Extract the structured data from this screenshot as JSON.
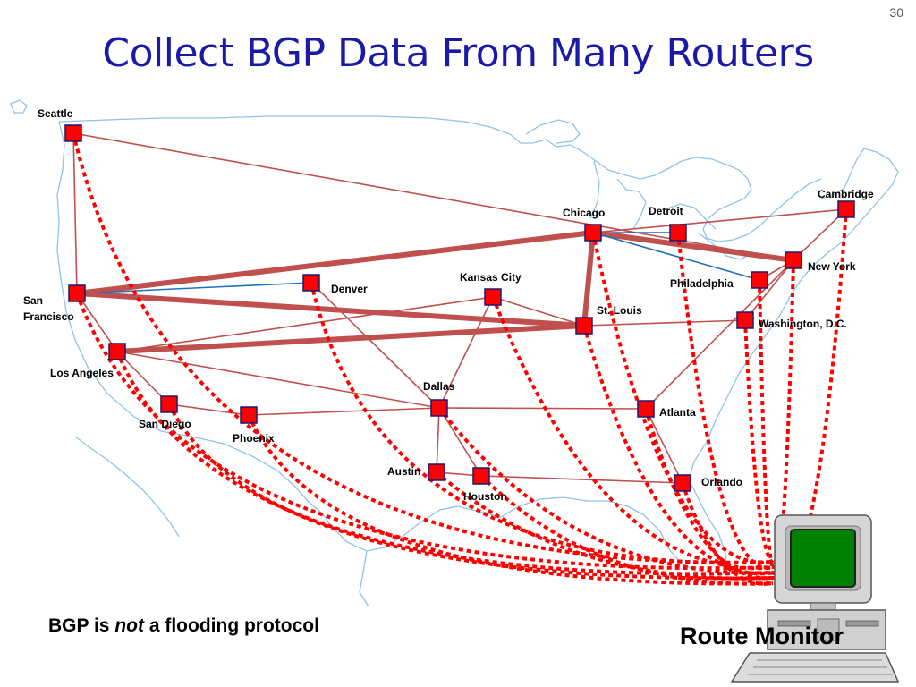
{
  "slide": {
    "number": "30",
    "title": "Collect BGP Data From Many Routers"
  },
  "footnote": {
    "prefix": "BGP is",
    "emphasis": "not",
    "suffix": "a flooding protocol"
  },
  "monitor": {
    "label": "Route Monitor"
  },
  "colors": {
    "title": "#1a1aa6",
    "router": "#ff0000",
    "link": "#c0504d",
    "link_blue": "#1f6fc0",
    "monitor_link": "#ff0000",
    "map_outline": "#8fc3e8",
    "screen": "#008000"
  },
  "cities": [
    {
      "id": "seattle",
      "name": "Seattle"
    },
    {
      "id": "sanfrancisco",
      "name": "San Francisco"
    },
    {
      "id": "losangeles",
      "name": "Los Angeles"
    },
    {
      "id": "sandiego",
      "name": "San Diego"
    },
    {
      "id": "phoenix",
      "name": "Phoenix"
    },
    {
      "id": "denver",
      "name": "Denver"
    },
    {
      "id": "kansascity",
      "name": "Kansas City"
    },
    {
      "id": "dallas",
      "name": "Dallas"
    },
    {
      "id": "austin",
      "name": "Austin"
    },
    {
      "id": "houston",
      "name": "Houston"
    },
    {
      "id": "chicago",
      "name": "Chicago"
    },
    {
      "id": "detroit",
      "name": "Detroit"
    },
    {
      "id": "stlouis",
      "name": "St. Louis"
    },
    {
      "id": "atlanta",
      "name": "Atlanta"
    },
    {
      "id": "orlando",
      "name": "Orlando"
    },
    {
      "id": "washington",
      "name": "Washington, D.C."
    },
    {
      "id": "philadelphia",
      "name": "Philadelphia"
    },
    {
      "id": "newyork",
      "name": "New York"
    },
    {
      "id": "cambridge",
      "name": "Cambridge"
    }
  ],
  "links": [
    {
      "from": "seattle",
      "to": "sanfrancisco",
      "kind": "thin"
    },
    {
      "from": "seattle",
      "to": "newyork",
      "kind": "thin"
    },
    {
      "from": "sanfrancisco",
      "to": "chicago",
      "kind": "thick"
    },
    {
      "from": "sanfrancisco",
      "to": "denver",
      "kind": "blue"
    },
    {
      "from": "sanfrancisco",
      "to": "stlouis",
      "kind": "thick"
    },
    {
      "from": "sanfrancisco",
      "to": "losangeles",
      "kind": "thin"
    },
    {
      "from": "losangeles",
      "to": "stlouis",
      "kind": "thick"
    },
    {
      "from": "losangeles",
      "to": "kansascity",
      "kind": "thin"
    },
    {
      "from": "losangeles",
      "to": "dallas",
      "kind": "thin"
    },
    {
      "from": "losangeles",
      "to": "sandiego",
      "kind": "thin"
    },
    {
      "from": "sandiego",
      "to": "phoenix",
      "kind": "thin"
    },
    {
      "from": "phoenix",
      "to": "dallas",
      "kind": "thin"
    },
    {
      "from": "denver",
      "to": "dallas",
      "kind": "thin"
    },
    {
      "from": "kansascity",
      "to": "dallas",
      "kind": "thin"
    },
    {
      "from": "kansascity",
      "to": "stlouis",
      "kind": "thin"
    },
    {
      "from": "dallas",
      "to": "atlanta",
      "kind": "thin"
    },
    {
      "from": "dallas",
      "to": "austin",
      "kind": "thin"
    },
    {
      "from": "dallas",
      "to": "houston",
      "kind": "thin"
    },
    {
      "from": "austin",
      "to": "houston",
      "kind": "thin"
    },
    {
      "from": "houston",
      "to": "orlando",
      "kind": "thin"
    },
    {
      "from": "atlanta",
      "to": "orlando",
      "kind": "thin"
    },
    {
      "from": "atlanta",
      "to": "newyork",
      "kind": "thin"
    },
    {
      "from": "stlouis",
      "to": "washington",
      "kind": "thin"
    },
    {
      "from": "stlouis",
      "to": "chicago",
      "kind": "thick"
    },
    {
      "from": "chicago",
      "to": "detroit",
      "kind": "blue"
    },
    {
      "from": "chicago",
      "to": "newyork",
      "kind": "thick"
    },
    {
      "from": "chicago",
      "to": "cambridge",
      "kind": "thin"
    },
    {
      "from": "chicago",
      "to": "philadelphia",
      "kind": "blue"
    },
    {
      "from": "washington",
      "to": "newyork",
      "kind": "thin"
    },
    {
      "from": "philadelphia",
      "to": "newyork",
      "kind": "thin"
    },
    {
      "from": "newyork",
      "to": "cambridge",
      "kind": "thin"
    }
  ],
  "monitored": [
    "seattle",
    "sanfrancisco",
    "losangeles",
    "sandiego",
    "phoenix",
    "denver",
    "kansascity",
    "dallas",
    "austin",
    "houston",
    "chicago",
    "detroit",
    "stlouis",
    "atlanta",
    "orlando",
    "washington",
    "philadelphia",
    "newyork",
    "cambridge"
  ]
}
